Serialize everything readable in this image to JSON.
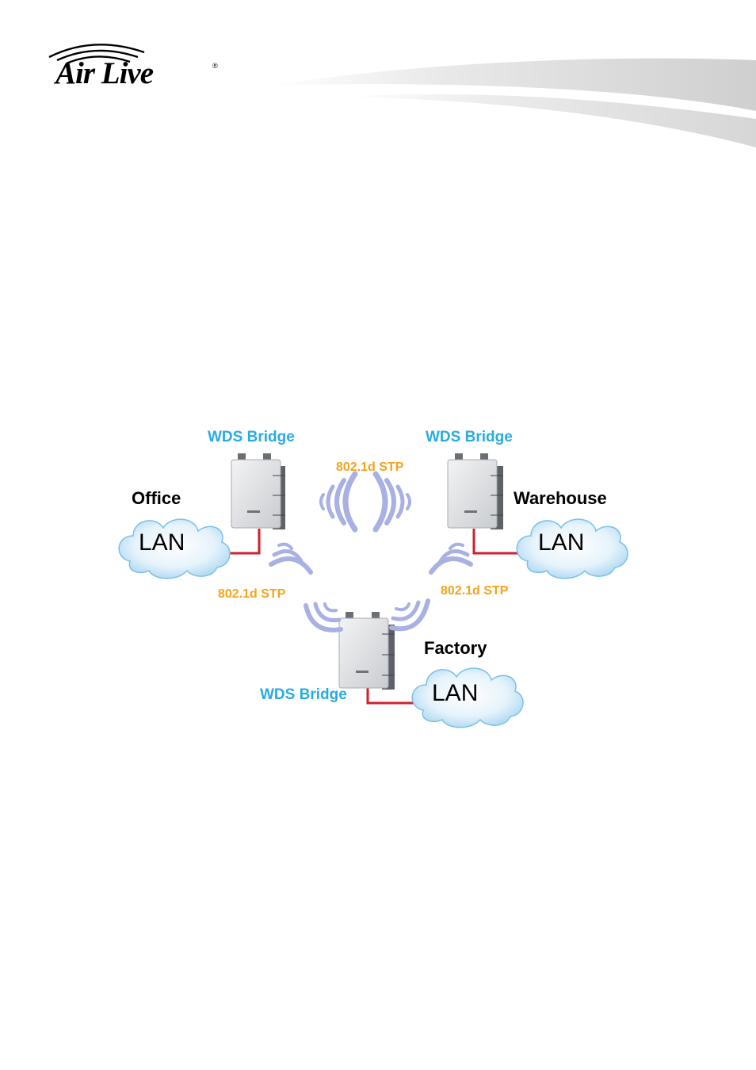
{
  "header": {
    "logo_text": "Air Live",
    "logo_mark": "®"
  },
  "diagram": {
    "nodes": {
      "office": {
        "site": "Office",
        "device": "WDS Bridge",
        "network": "LAN"
      },
      "warehouse": {
        "site": "Warehouse",
        "device": "WDS Bridge",
        "network": "LAN"
      },
      "factory": {
        "site": "Factory",
        "device": "WDS Bridge",
        "network": "LAN"
      }
    },
    "links": {
      "top": "802.1d STP",
      "left": "802.1d STP",
      "right": "802.1d STP"
    }
  },
  "colors": {
    "device_label": "#29abe2",
    "link_label": "#f7a21b",
    "wire": "#d21f2e",
    "wave": "#a9b0e3"
  }
}
